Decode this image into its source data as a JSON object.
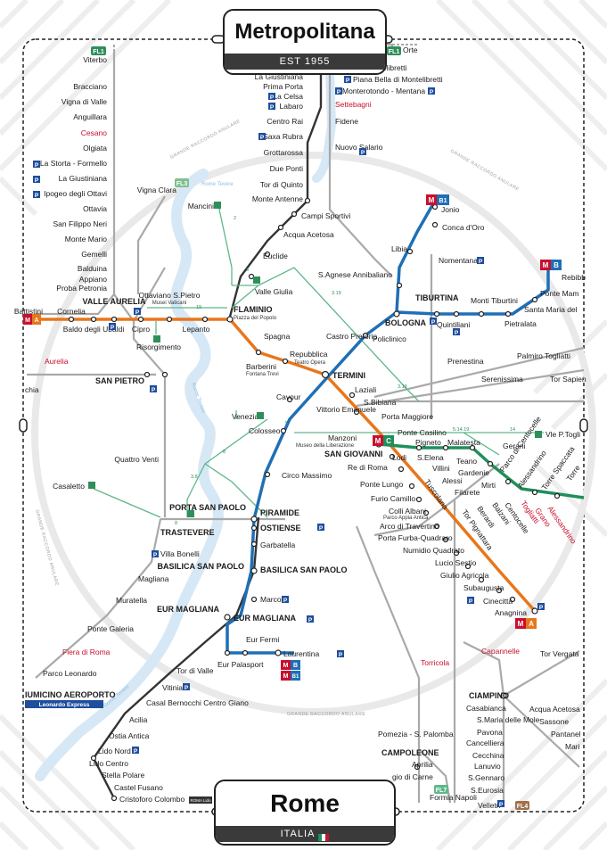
{
  "header": {
    "title": "Metropolitana",
    "subtitle": "EST 1955"
  },
  "footer": {
    "title": "Rome",
    "subtitle": "ITALIA"
  },
  "ring_label": "GRANDE RACCORDO ANULARE",
  "river_label": "Rome Tevere",
  "colors": {
    "line_a": "#e8761b",
    "line_b": "#1f6fb5",
    "line_c": "#1f8f5a",
    "rail_grey": "#a9a9a9",
    "rail_dark": "#333333",
    "tram_green": "#5fb78a",
    "river": "#d6e8f5",
    "accent_red": "#c8102e"
  },
  "badges": {
    "fl1": "FL1",
    "fl3": "FL3",
    "fl4": "FL4",
    "fl7": "FL7",
    "mb1": "B1",
    "mb": "B",
    "ma": "A",
    "mc": "C",
    "m": "M",
    "p": "P"
  },
  "tram_numbers": [
    "2",
    "3",
    "19",
    "8",
    "14",
    "5",
    "3.19",
    "5.14.19",
    "3.19",
    "3.8",
    "8"
  ],
  "stations": {
    "orte": "Orte",
    "viterbo": "Viterbo",
    "bracciano": "Bracciano",
    "vigna_di_valle": "Vigna di Valle",
    "anguillara": "Anguillara",
    "cesano": "Cesano",
    "olgiata": "Olgiata",
    "la_storta": "La Storta - Formello",
    "la_giustiniana_w": "La Giustiniana",
    "ipogeo": "Ipogeo degli Ottavi",
    "ottavia": "Ottavia",
    "san_filippo_neri": "San Filippo Neri",
    "monte_mario": "Monte Mario",
    "gemelli": "Gemelli",
    "balduina": "Balduina",
    "appiano": "Appiano",
    "proba_petronia": "Proba Petronia",
    "valle_aurelia": "VALLE AURELIA",
    "battistini": "Battistini",
    "cornelia": "Cornelia",
    "baldo_degli_ubaldi": "Baldo degli Ubaldi",
    "cipro": "Cipro",
    "ottaviano": "Ottaviano S.Pietro",
    "musei_vaticani": "Musei Vaticani",
    "lepanto": "Lepanto",
    "risorgimento": "Risorgimento",
    "flaminio": "FLAMINIO",
    "piazza_del_popolo": "Piazza del Popolo",
    "spagna": "Spagna",
    "barberini": "Barberini",
    "fontana_trevi": "Fontana Trevi",
    "repubblica": "Repubblica",
    "teatro_opera": "Teatro Opera",
    "termini": "TERMINI",
    "vigna_clara": "Vigna Clara",
    "mancini": "Mancini",
    "valle_giulia": "Valle Giulia",
    "euclide": "Euclide",
    "acqua_acetosa_n": "Acqua Acetosa",
    "campi_sportivi": "Campi Sportivi",
    "monte_antenne": "Monte Antenne",
    "tor_di_quinto": "Tor di Quinto",
    "due_ponti": "Due Ponti",
    "grottarossa": "Grottarossa",
    "saxa_rubra": "Saxa Rubra",
    "centro_rai": "Centro Rai",
    "labaro": "Labaro",
    "la_celsa": "La Celsa",
    "prima_porta": "Prima Porta",
    "la_giustiniana_n": "La Giustiniana",
    "sabina": "Sabina - Montelibretti",
    "piana_bella": "Piana Bella di Montelibretti",
    "monterotondo": "Monterotondo - Mentana",
    "settebagni": "Settebagni",
    "fidene": "Fidene",
    "nuovo_salario": "Nuovo Salario",
    "jonio": "Jonio",
    "conca_doro": "Conca d'Oro",
    "libia": "Libia",
    "nomentana": "Nomentana",
    "sagnese": "S.Agnese Annibaliano",
    "tiburtina": "TIBURTINA",
    "quintiliani": "Quintiliani",
    "monti_tiburtini": "Monti Tiburtini",
    "pietralata": "Pietralata",
    "santa_maria_del_soccorso": "Santa Maria del",
    "ponte_mammolo": "Ponte Mam",
    "rebibbia": "Rebibb",
    "bologna": "BOLOGNA",
    "policlinico": "Policlinico",
    "castro_pretorio": "Castro Pretorio",
    "prenestina": "Prenestina",
    "palmiro_togliatti": "Palmiro Togliatti",
    "serenissima": "Serenissima",
    "tor_sapienza": "Tor Sapien",
    "aurelia": "Aurelia",
    "chia": "chia",
    "san_pietro": "SAN PIETRO",
    "quattro_venti": "Quattro Venti",
    "casaletto": "Casaletto",
    "cavour": "Cavour",
    "colosseo": "Colosseo",
    "circo_massimo": "Circo Massimo",
    "venezia": "Venezia",
    "laziali": "Laziali",
    "sbibiana": "S.Bibiana",
    "vittorio_emanuele": "Vittorio Emanuele",
    "porta_maggiore": "Porta Maggiore",
    "manzoni": "Manzoni",
    "museo_liberazione": "Museo della Liberazione",
    "san_giovanni": "SAN GIOVANNI",
    "re_di_roma": "Re di Roma",
    "ponte_lungo": "Ponte Lungo",
    "furio_camillo": "Furio Camillo",
    "colli_albani": "Colli Albani",
    "parco_appia_antica": "Parco Appia Antica",
    "arco_di_travertino": "Arco di Travertino",
    "porta_furba": "Porta Furba-Quadraro",
    "numidio_quadrato": "Numidio Quadrato",
    "lucio_sestio": "Lucio Sestio",
    "giulio_agricola": "Giulio Agricola",
    "subaugusta": "Subaugusta",
    "cinecitta": "Cinecittà",
    "anagnina": "Anagnina",
    "ponte_casilino": "Ponte Casilino",
    "pigneto": "Pigneto",
    "malatesta": "Malatesta",
    "gerani": "Gerani",
    "vle_ptogliatti": "Vle P.Togli",
    "lodi": "Lodi",
    "selena": "S.Elena",
    "villini": "Villini",
    "alessi": "Alessi",
    "filarete": "Filarete",
    "teano": "Teano",
    "gardenie": "Gardenie",
    "mirti": "Mirti",
    "parco_centocelle": "Parco di Centocelle",
    "alessandrino": "Alessandrino",
    "torre_spaccata": "Torre Spaccata",
    "torre_maura": "Torre",
    "tuscolana": "Tuscolana",
    "torpignattara": "Tor Pignattara",
    "berardi": "Berardi",
    "balzani": "Balzani",
    "centocelle": "Centocelle",
    "togliatti": "Togliatti",
    "grano": "Grano",
    "alessandrino_2": "Alessandrino",
    "trastevere": "TRASTEVERE",
    "porta_san_paolo": "PORTA SAN PAOLO",
    "piramide": "PIRAMIDE",
    "ostiense": "OSTIENSE",
    "garbatella": "Garbatella",
    "basilica_sp_1": "BASILICA SAN PAOLO",
    "basilica_sp_2": "BASILICA SAN PAOLO",
    "villa_bonelli": "Villa Bonelli",
    "magliana": "Magliana",
    "muratella": "Muratella",
    "ponte_galeria": "Ponte Galeria",
    "fiera_di_roma": "Fiera di Roma",
    "parco_leonardo": "Parco Leonardo",
    "fiumicino": "IUMICINO AEROPORTO",
    "leonardo_express": "Leonardo Express",
    "marconi": "Marconi",
    "eur_magliana_1": "EUR MAGLIANA",
    "eur_magliana_2": "EUR MAGLIANA",
    "eur_fermi": "Eur Fermi",
    "eur_palasport": "Eur Palasport",
    "laurentina": "Laurentina",
    "tor_di_valle": "Tor di Valle",
    "vitinia": "Vitinia",
    "casal_bernocchi": "Casal Bernocchi Centro Giano",
    "acilia": "Acilia",
    "ostia_antica": "Ostia Antica",
    "lido_nord": "Lido Nord",
    "lido_centro": "Lido Centro",
    "stella_polare": "Stella Polare",
    "castel_fusano": "Castel Fusano",
    "cristoforo_colombo": "Cristoforo Colombo",
    "roma_lido": "ROMA Lido",
    "torricola": "Torricola",
    "capannelle": "Capannelle",
    "tor_vergata": "Tor Vergata",
    "ciampino": "CIAMPINO",
    "casabianca": "Casabianca",
    "smaria_mole": "S.Maria delle Mole",
    "pavona": "Pavona",
    "cancelliera": "Cancelliera",
    "cecchina": "Cecchina",
    "lanuvio": "Lanuvio",
    "sgennaro": "S.Gennaro",
    "seurosia": "S.Eurosia",
    "velletri": "Velletri",
    "acqua_acetosa_s": "Acqua Acetosa",
    "sassone": "Sassone",
    "pantanella": "Pantanel",
    "marino": "Mari",
    "pomezia": "Pomezia - S. Palomba",
    "campoleone": "CAMPOLEONE",
    "aprilia": "Aprilia",
    "sezze": "gio di Carne",
    "formia": "Formia Napoli"
  }
}
